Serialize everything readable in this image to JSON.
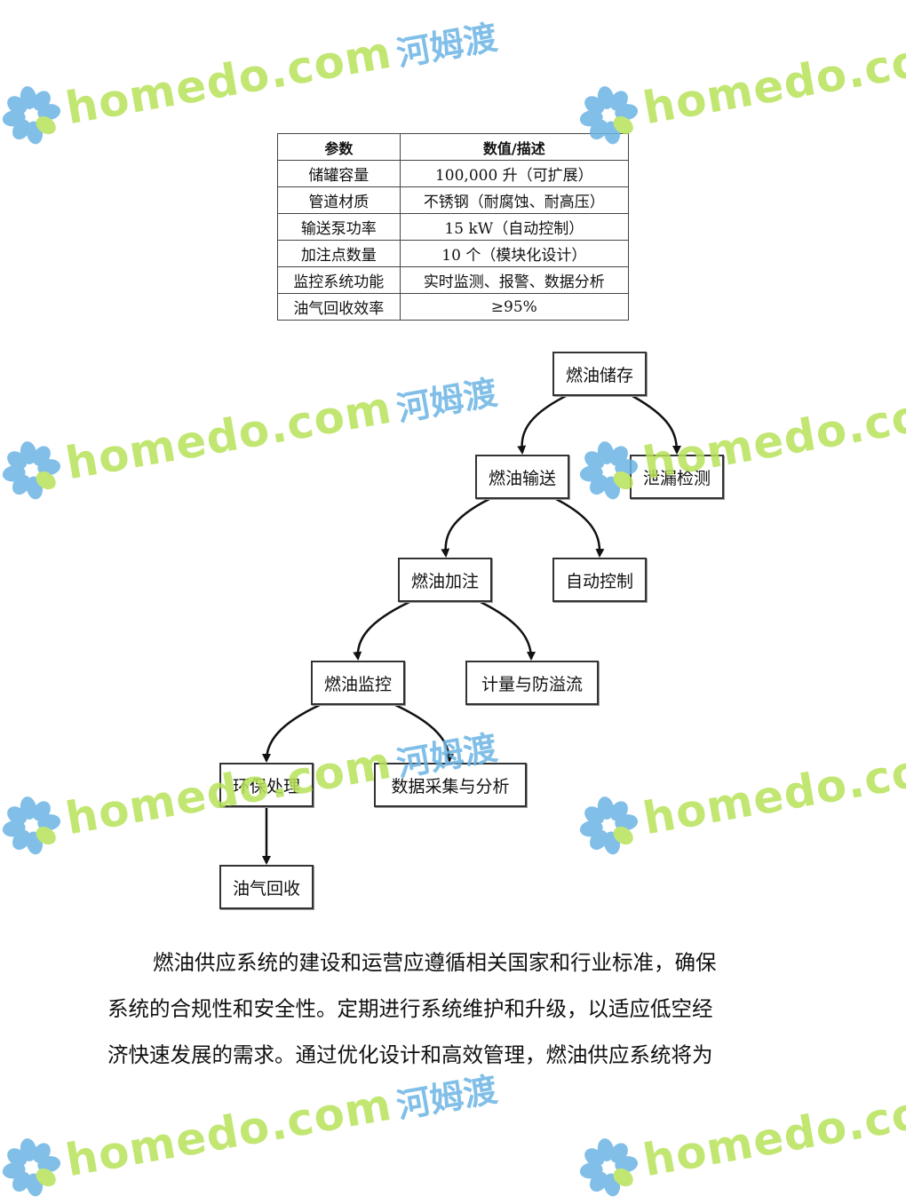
{
  "table": {
    "headers": [
      "参数",
      "数值/描述"
    ],
    "rows": [
      [
        "储罐容量",
        "100,000 升（可扩展）"
      ],
      [
        "管道材质",
        "不锈钢（耐腐蚀、耐高压）"
      ],
      [
        "输送泵功率",
        "15 kW（自动控制）"
      ],
      [
        "加注点数量",
        "10 个（模块化设计）"
      ],
      [
        "监控系统功能",
        "实时监测、报警、数据分析"
      ],
      [
        "油气回收效率",
        "≥95%"
      ]
    ]
  },
  "flowchart": {
    "nodes": {
      "storage": "燃油储存",
      "transport": "燃油输送",
      "leak": "泄漏检测",
      "fill": "燃油加注",
      "auto": "自动控制",
      "monitor": "燃油监控",
      "metering": "计量与防溢流",
      "eco": "环保处理",
      "data": "数据采集与分析",
      "recovery": "油气回收"
    }
  },
  "paragraph": {
    "line1": "燃油供应系统的建设和运营应遵循相关国家和行业标准，确保",
    "line2": "系统的合规性和安全性。定期进行系统维护和升级，以适应低空经",
    "line3": "济快速发展的需求。通过优化设计和高效管理，燃油供应系统将为"
  },
  "watermark": {
    "latin": "homedo.com",
    "chinese": "河姆渡",
    "colors": {
      "green": "#b8e25a",
      "blue": "#6cb4e4"
    },
    "icon": "flower-logo"
  }
}
